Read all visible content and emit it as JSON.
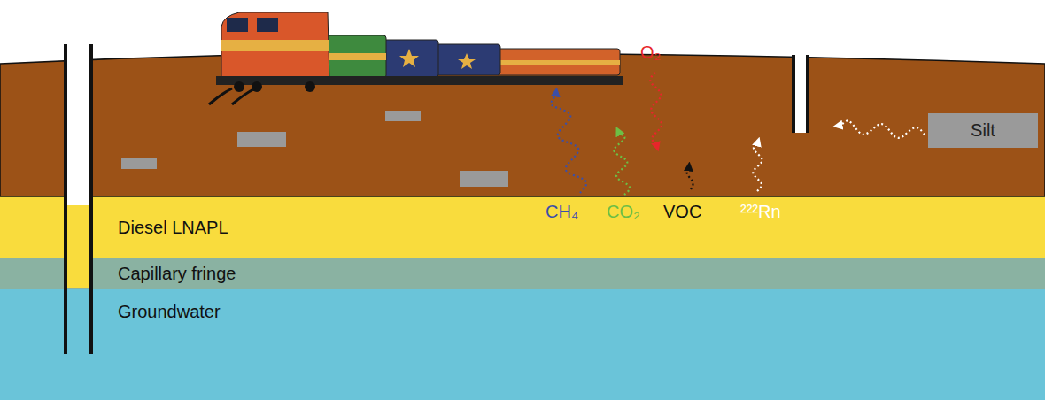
{
  "diagram": {
    "nodes": [
      {
        "text": [
          "Silt"
        ]
      },
      {
        "text": [
          "Diesel LNAPL"
        ]
      },
      {
        "text": [
          "Capillary fringe"
        ]
      },
      {
        "text": [
          "Groundwater"
        ]
      }
    ],
    "labels": [
      "O₂",
      "CH₄",
      "CO₂",
      "VOC",
      "²²²Rn"
    ]
  }
}
